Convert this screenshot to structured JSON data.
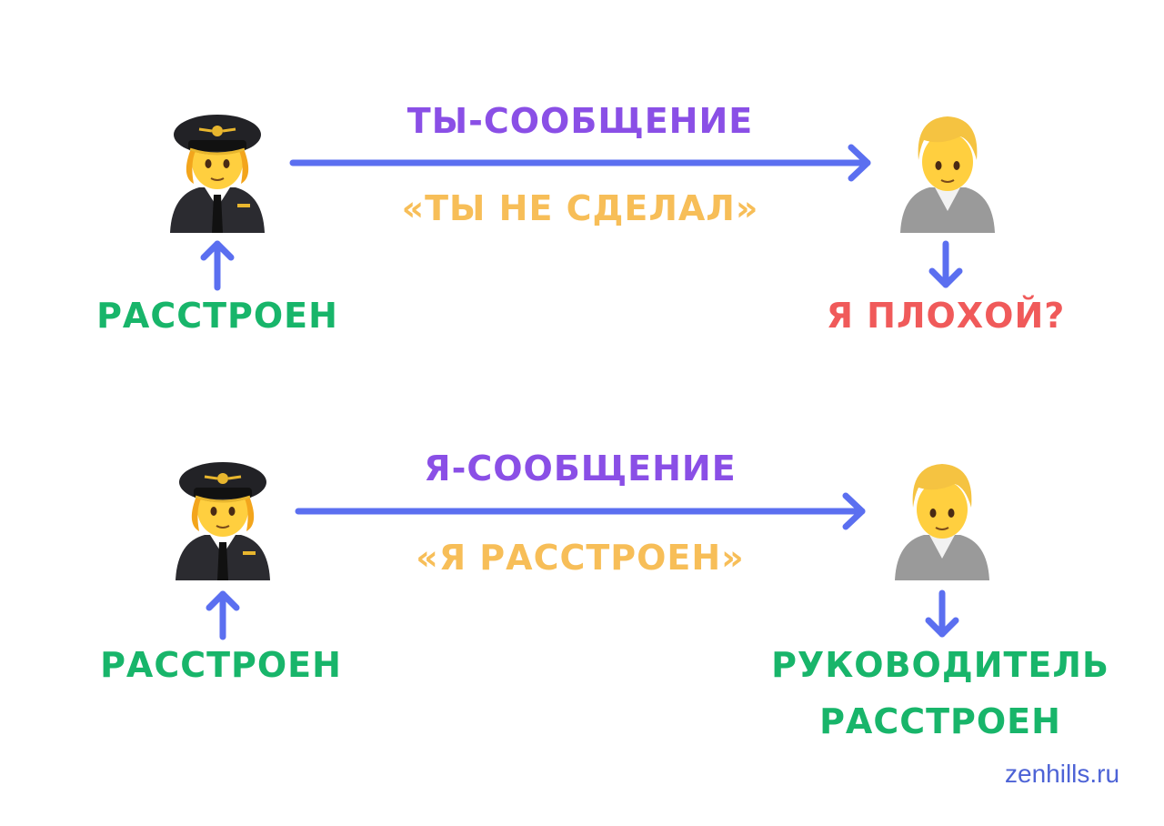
{
  "colors": {
    "arrow": "#5b6ff0",
    "green": "#18b56a",
    "red": "#f05a5a",
    "purple": "#8a4fe6",
    "orange": "#f7be58"
  },
  "icons": {
    "sender": "pilot-icon",
    "receiver": "person-icon"
  },
  "top_scenario": {
    "message_type": "ТЫ-СООБЩЕНИЕ",
    "message_quote": "«ТЫ НЕ СДЕЛАЛ»",
    "sender_state": "РАССТРОЕН",
    "receiver_reaction": "Я ПЛОХОЙ?"
  },
  "bottom_scenario": {
    "message_type": "Я-СООБЩЕНИЕ",
    "message_quote": "«Я РАССТРОЕН»",
    "sender_state": "РАССТРОЕН",
    "receiver_reaction_line1": "РУКОВОДИТЕЛЬ",
    "receiver_reaction_line2": "РАССТРОЕН"
  },
  "watermark": "zenhills.ru"
}
